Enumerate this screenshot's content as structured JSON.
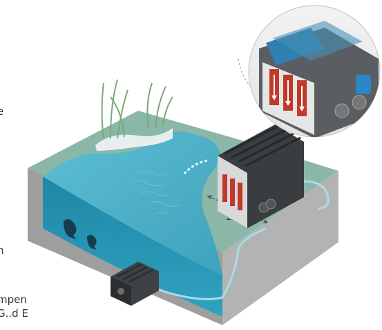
{
  "labels": {
    "distance": "2m",
    "edge_text_1": "e",
    "edge_text_2": "n",
    "edge_text_3": "mpen",
    "edge_text_4": "G..d E"
  },
  "icons": {
    "pump": "pond-pump-icon",
    "filter": "pressure-filter-icon",
    "koi": "koi-fish-icon",
    "plants": "pond-plants-icon"
  },
  "colors": {
    "ground_top": "#8fb8a8",
    "ground_side": "#a6a6a6",
    "water": "#3e9cb7",
    "water_light": "#55b3c8",
    "hose": "#a8dde8",
    "filter_body": "#3a3d40",
    "filter_red": "#c0392b"
  }
}
